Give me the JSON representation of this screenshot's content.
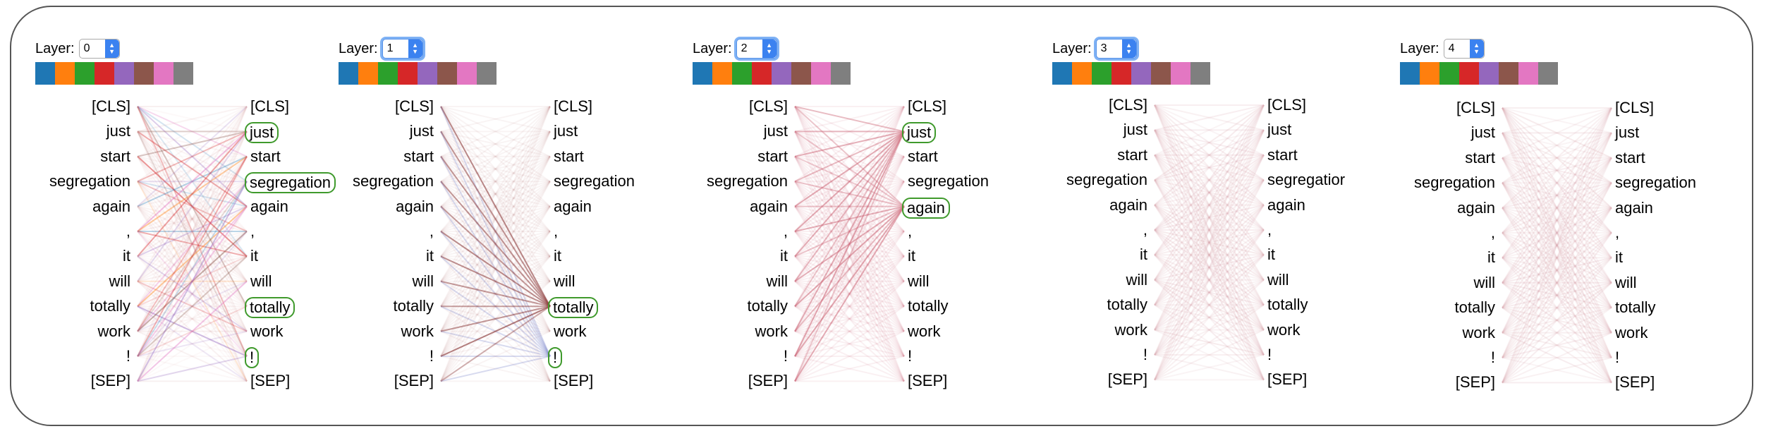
{
  "layer_label": "Layer:",
  "palette": [
    "#1f77b4",
    "#ff7f0e",
    "#2ca02c",
    "#d62728",
    "#9467bd",
    "#8c564b",
    "#e377c2",
    "#7f7f7f"
  ],
  "tokens": [
    "[CLS]",
    "just",
    "start",
    "segregation",
    "again",
    ",",
    "it",
    "will",
    "totally",
    "work",
    "!",
    "[SEP]"
  ],
  "panels": [
    {
      "layer": "0",
      "focused": false,
      "highlighted": [
        1,
        3,
        8,
        10
      ],
      "right_tokens": [
        "[CLS]",
        "just",
        "start",
        "segregation",
        "again",
        ",",
        "it",
        "will",
        "totally",
        "work",
        "!",
        "[SEP]"
      ]
    },
    {
      "layer": "1",
      "focused": true,
      "highlighted": [
        8,
        10
      ],
      "right_tokens": [
        "[CLS]",
        "just",
        "start",
        "segregation",
        "again",
        ",",
        "it",
        "will",
        "totally",
        "work",
        "!",
        "[SEP]"
      ]
    },
    {
      "layer": "2",
      "focused": true,
      "highlighted": [
        1,
        4
      ],
      "right_tokens": [
        "[CLS]",
        "just",
        "start",
        "segregation",
        "again",
        ",",
        "it",
        "will",
        "totally",
        "work",
        "!",
        "[SEP]"
      ]
    },
    {
      "layer": "3",
      "focused": true,
      "highlighted": [],
      "right_tokens": [
        "[CLS]",
        "just",
        "start",
        "segregatior",
        "again",
        ",",
        "it",
        "will",
        "totally",
        "work",
        "!",
        "[SEP]"
      ]
    },
    {
      "layer": "4",
      "focused": false,
      "highlighted": [],
      "right_tokens": [
        "[CLS]",
        "just",
        "start",
        "segregation",
        "again",
        ",",
        "it",
        "will",
        "totally",
        "work",
        "!",
        "[SEP]"
      ]
    }
  ]
}
